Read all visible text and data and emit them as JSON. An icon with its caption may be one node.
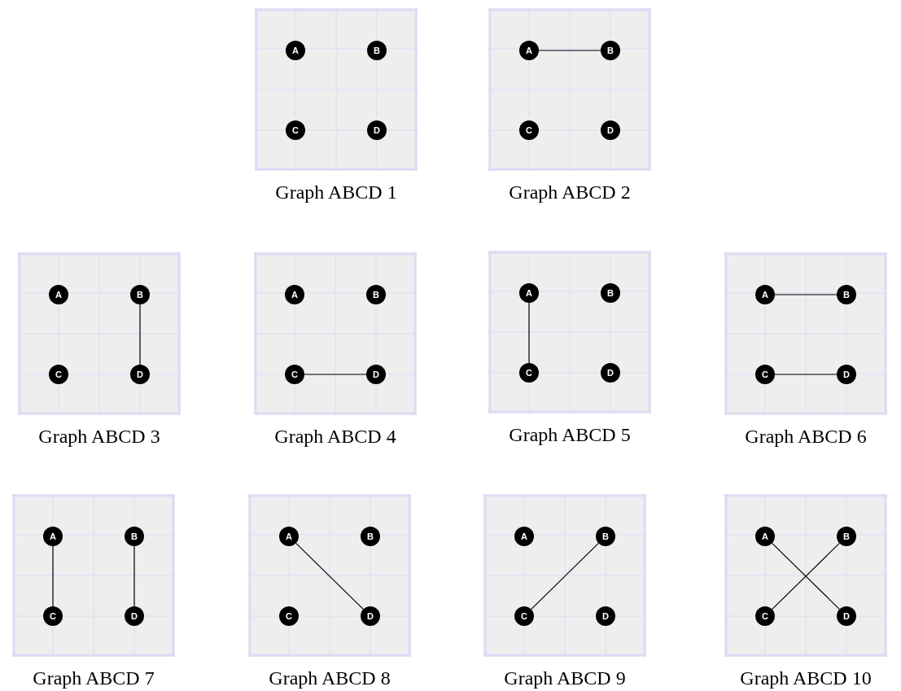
{
  "diagram": {
    "nodes": [
      {
        "text": [
          "Graph ABCD 1"
        ]
      },
      {
        "text": [
          "A"
        ],
        "in": 0
      },
      {
        "text": [
          "B"
        ],
        "in": 0
      },
      {
        "text": [
          "C"
        ],
        "in": 0
      },
      {
        "text": [
          "D"
        ],
        "in": 0
      },
      {
        "text": [
          "Graph ABCD 2"
        ]
      },
      {
        "text": [
          "A"
        ],
        "in": 5
      },
      {
        "text": [
          "B"
        ],
        "in": 5
      },
      {
        "text": [
          "C"
        ],
        "in": 5
      },
      {
        "text": [
          "D"
        ],
        "in": 5
      },
      {
        "text": [
          "Graph ABCD 3"
        ]
      },
      {
        "text": [
          "A"
        ],
        "in": 10
      },
      {
        "text": [
          "B"
        ],
        "in": 10
      },
      {
        "text": [
          "C"
        ],
        "in": 10
      },
      {
        "text": [
          "D"
        ],
        "in": 10
      },
      {
        "text": [
          "Graph ABCD 4"
        ]
      },
      {
        "text": [
          "A"
        ],
        "in": 15
      },
      {
        "text": [
          "B"
        ],
        "in": 15
      },
      {
        "text": [
          "C"
        ],
        "in": 15
      },
      {
        "text": [
          "D"
        ],
        "in": 15
      },
      {
        "text": [
          "Graph ABCD 5"
        ]
      },
      {
        "text": [
          "A"
        ],
        "in": 20
      },
      {
        "text": [
          "B"
        ],
        "in": 20
      },
      {
        "text": [
          "C"
        ],
        "in": 20
      },
      {
        "text": [
          "D"
        ],
        "in": 20
      },
      {
        "text": [
          "Graph ABCD 6"
        ]
      },
      {
        "text": [
          "A"
        ],
        "in": 25
      },
      {
        "text": [
          "B"
        ],
        "in": 25
      },
      {
        "text": [
          "C"
        ],
        "in": 25
      },
      {
        "text": [
          "D"
        ],
        "in": 25
      },
      {
        "text": [
          "Graph ABCD 7"
        ]
      },
      {
        "text": [
          "A"
        ],
        "in": 30
      },
      {
        "text": [
          "B"
        ],
        "in": 30
      },
      {
        "text": [
          "C"
        ],
        "in": 30
      },
      {
        "text": [
          "D"
        ],
        "in": 30
      },
      {
        "text": [
          "Graph ABCD 8"
        ]
      },
      {
        "text": [
          "A"
        ],
        "in": 35
      },
      {
        "text": [
          "B"
        ],
        "in": 35
      },
      {
        "text": [
          "C"
        ],
        "in": 35
      },
      {
        "text": [
          "D"
        ],
        "in": 35
      },
      {
        "text": [
          "Graph ABCD 9"
        ]
      },
      {
        "text": [
          "A"
        ],
        "in": 40
      },
      {
        "text": [
          "B"
        ],
        "in": 40
      },
      {
        "text": [
          "C"
        ],
        "in": 40
      },
      {
        "text": [
          "D"
        ],
        "in": 40
      },
      {
        "text": [
          "Graph ABCD 10"
        ]
      },
      {
        "text": [
          "A"
        ],
        "in": 45
      },
      {
        "text": [
          "B"
        ],
        "in": 45
      },
      {
        "text": [
          "C"
        ],
        "in": 45
      },
      {
        "text": [
          "D"
        ],
        "in": 45
      }
    ],
    "edges": [
      {
        "from": 6,
        "to": 7,
        "arrow": "none"
      },
      {
        "from": 12,
        "to": 14,
        "arrow": "none"
      },
      {
        "from": 18,
        "to": 19,
        "arrow": "none"
      },
      {
        "from": 21,
        "to": 23,
        "arrow": "none"
      },
      {
        "from": 26,
        "to": 27,
        "arrow": "none"
      },
      {
        "from": 28,
        "to": 29,
        "arrow": "none"
      },
      {
        "from": 31,
        "to": 33,
        "arrow": "none"
      },
      {
        "from": 32,
        "to": 34,
        "arrow": "none"
      },
      {
        "from": 36,
        "to": 39,
        "arrow": "none"
      },
      {
        "from": 43,
        "to": 42,
        "arrow": "none"
      },
      {
        "from": 46,
        "to": 49,
        "arrow": "none"
      },
      {
        "from": 48,
        "to": 47,
        "arrow": "none"
      }
    ]
  }
}
